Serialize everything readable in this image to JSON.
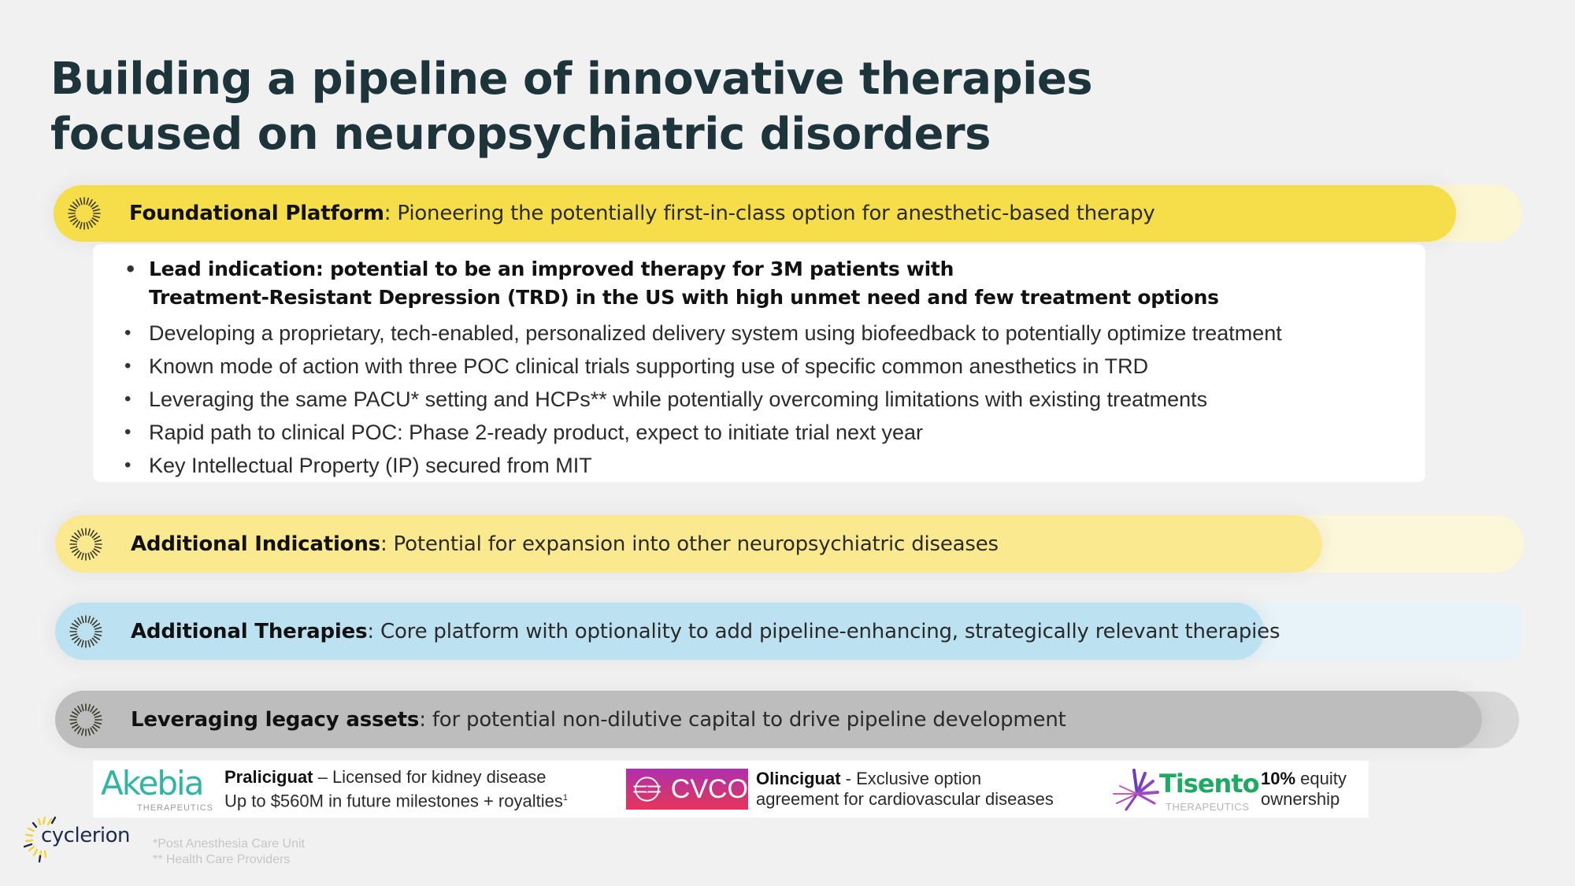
{
  "title": {
    "line1": "Building a pipeline of innovative therapies",
    "line2": "focused on neuropsychiatric disorders"
  },
  "colors": {
    "title": "#1e343b",
    "foundational": "#f5de4a",
    "foundational_track": "#fcf6d2",
    "indications": "#fbe98f",
    "indications_track": "#fcf7d8",
    "therapies": "#bce1f0",
    "therapies_track": "#e7f3f8",
    "legacy": "#bdbdbd",
    "legacy_track": "#d7d7d7",
    "akebia": "#2fb5a6",
    "tisento": "#1faa63",
    "cvco_top": "#b02fb0",
    "cvco_bottom": "#e8325e"
  },
  "bars": {
    "foundational": {
      "icon": "sunburst-icon",
      "heading": "Foundational Platform",
      "desc": ": Pioneering the potentially first-in-class option for anesthetic-based therapy"
    },
    "indications": {
      "icon": "sunburst-icon",
      "heading": "Additional Indications",
      "desc": ": Potential for expansion into other neuropsychiatric diseases"
    },
    "therapies": {
      "icon": "sunburst-icon",
      "heading": "Additional Therapies",
      "desc": ": Core platform with optionality to add pipeline-enhancing, strategically relevant therapies"
    },
    "legacy": {
      "icon": "sunburst-icon",
      "heading": "Leveraging legacy assets",
      "desc": ": for potential non-dilutive capital to drive pipeline development"
    }
  },
  "foundational_bullets": {
    "lead_line1": "Lead indication: potential to be an improved therapy for 3M patients with",
    "lead_line2": "Treatment-Resistant Depression (TRD) in the US with high unmet need and few treatment options",
    "items": [
      "Developing a proprietary, tech-enabled, personalized delivery system using biofeedback to potentially optimize treatment",
      "Known mode of action with three POC clinical trials supporting use of specific common anesthetics in TRD",
      "Leveraging the same PACU* setting and HCPs** while potentially overcoming limitations with existing treatments",
      "Rapid path to clinical POC: Phase 2-ready product, expect to initiate trial next year",
      "Key Intellectual Property (IP) secured from MIT"
    ]
  },
  "partners": [
    {
      "logo_name": "Akebia",
      "logo_sub": "THERAPEUTICS",
      "asset": "Praliciguat",
      "line1_rest": " – Licensed for kidney disease",
      "line2": "Up to $560M in future milestones + royalties",
      "footnote_mark": "1"
    },
    {
      "logo_name": "CVCO",
      "asset": "Olinciguat",
      "line1_rest": " - Exclusive option",
      "line2": "agreement for cardiovascular diseases"
    },
    {
      "logo_name": "Tisento",
      "logo_sub": "THERAPEUTICS",
      "asset": "10%",
      "line1_rest": " equity",
      "line2": "ownership"
    }
  ],
  "footer": {
    "logo": "cyclerion",
    "footnote1": "*Post Anesthesia Care Unit",
    "footnote2": "** Health Care Providers"
  }
}
